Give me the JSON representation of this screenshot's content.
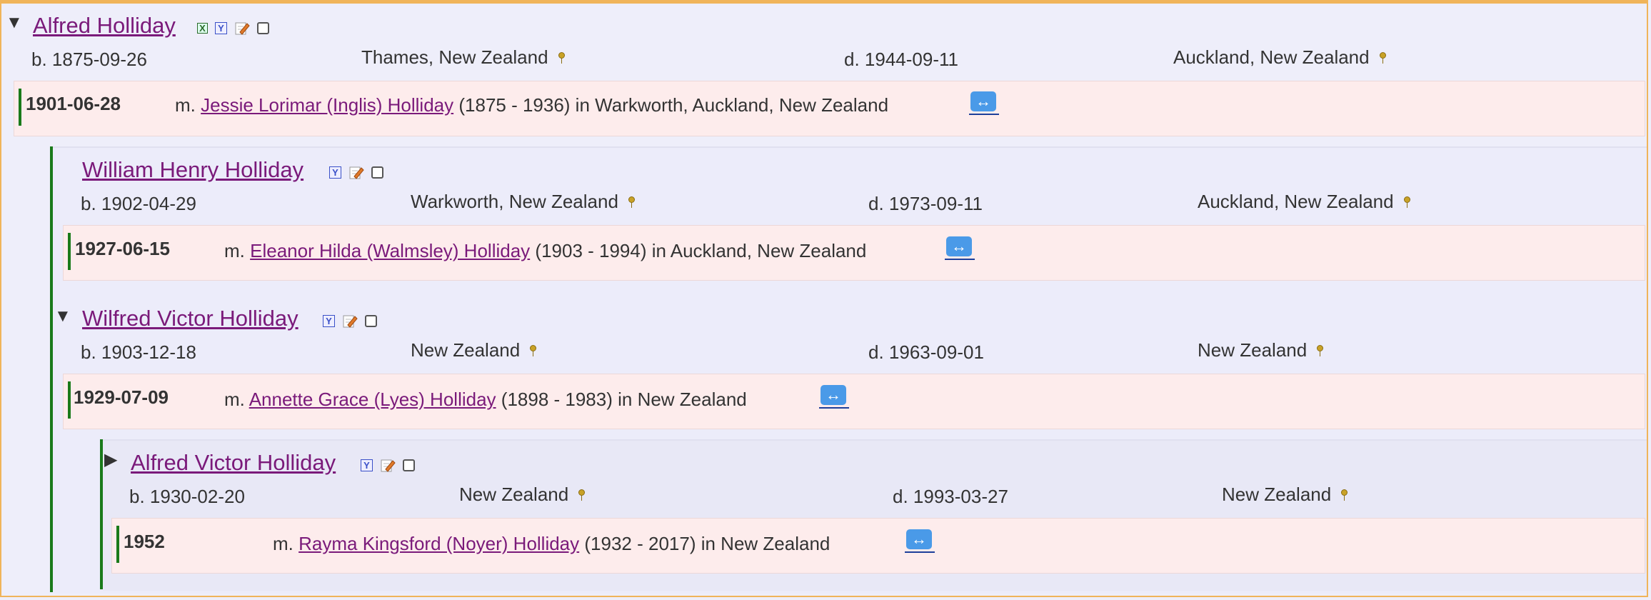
{
  "people": [
    {
      "name": "Alfred Holliday",
      "toggle": "expanded",
      "birth_label": "b. 1875-09-26",
      "birth_place": "Thames, New Zealand",
      "death_label": "d. 1944-09-11",
      "death_place": "Auckland, New Zealand",
      "has_x_icon": true,
      "marriage": {
        "date": "1901-06-28",
        "prefix": "m.",
        "spouse": "Jessie Lorimar (Inglis) Holliday",
        "details": "(1875 - 1936) in Warkworth, Auckland, New Zealand"
      }
    },
    {
      "name": "William Henry Holliday",
      "toggle": "none",
      "birth_label": "b. 1902-04-29",
      "birth_place": "Warkworth, New Zealand",
      "death_label": "d. 1973-09-11",
      "death_place": "Auckland, New Zealand",
      "marriage": {
        "date": "1927-06-15",
        "prefix": "m.",
        "spouse": "Eleanor Hilda (Walmsley) Holliday",
        "details": "(1903 - 1994) in Auckland, New Zealand"
      }
    },
    {
      "name": "Wilfred Victor Holliday",
      "toggle": "expanded",
      "birth_label": "b. 1903-12-18",
      "birth_place": "New Zealand",
      "death_label": "d. 1963-09-01",
      "death_place": "New Zealand",
      "marriage": {
        "date": "1929-07-09",
        "prefix": "m.",
        "spouse": "Annette Grace (Lyes) Holliday",
        "details": "(1898 - 1983) in New Zealand"
      }
    },
    {
      "name": "Alfred Victor Holliday",
      "toggle": "collapsed",
      "birth_label": "b. 1930-02-20",
      "birth_place": "New Zealand",
      "death_label": "d. 1993-03-27",
      "death_place": "New Zealand",
      "marriage": {
        "date": "1952",
        "prefix": "m.",
        "spouse": "Rayma Kingsford (Noyer) Holliday",
        "details": "(1932 - 2017) in New Zealand"
      }
    }
  ],
  "icons": {
    "x_icon_glyph": "X",
    "y_icon_glyph": "Y",
    "expanded_glyph": "▼",
    "collapsed_glyph": "▶",
    "swap_glyph": "↔"
  },
  "colors": {
    "background": "#eeeefa",
    "marriage_background": "#fdecec",
    "link": "#7a1a7a",
    "tree_line": "#1a7a1a",
    "frame_border": "#f0b45a",
    "swap_button": "#4a9ae8"
  }
}
